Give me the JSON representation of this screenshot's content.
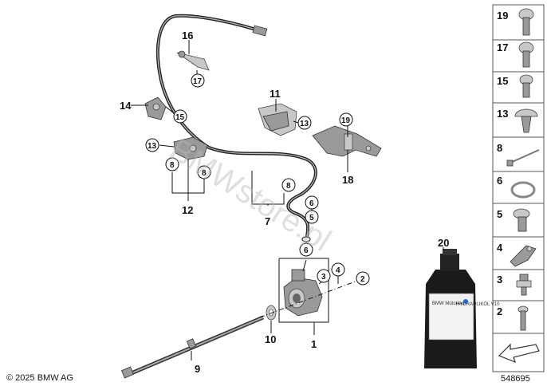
{
  "diagram": {
    "labels": {
      "l1": "1",
      "l2": "2",
      "l3": "3",
      "l4": "4",
      "l5": "5",
      "l6a": "6",
      "l6b": "6",
      "l7": "7",
      "l8a": "8",
      "l8b": "8",
      "l8c": "8",
      "l9": "9",
      "l10": "10",
      "l11": "11",
      "l12": "12",
      "l13a": "13",
      "l13b": "13",
      "l14": "14",
      "l15": "15",
      "l16": "16",
      "l17": "17",
      "l18": "18",
      "l19": "19",
      "l20": "20"
    },
    "copyright": "© 2025 BMW AG",
    "watermark": "BMWstore.pl",
    "bottle_brand": "BMW Motorrad",
    "bottle_label": "HYDRAULIKÖL V10"
  },
  "sidebar": {
    "items": [
      "19",
      "17",
      "15",
      "13",
      "8",
      "6",
      "5",
      "4",
      "3",
      "2"
    ],
    "image_number": "548695"
  }
}
